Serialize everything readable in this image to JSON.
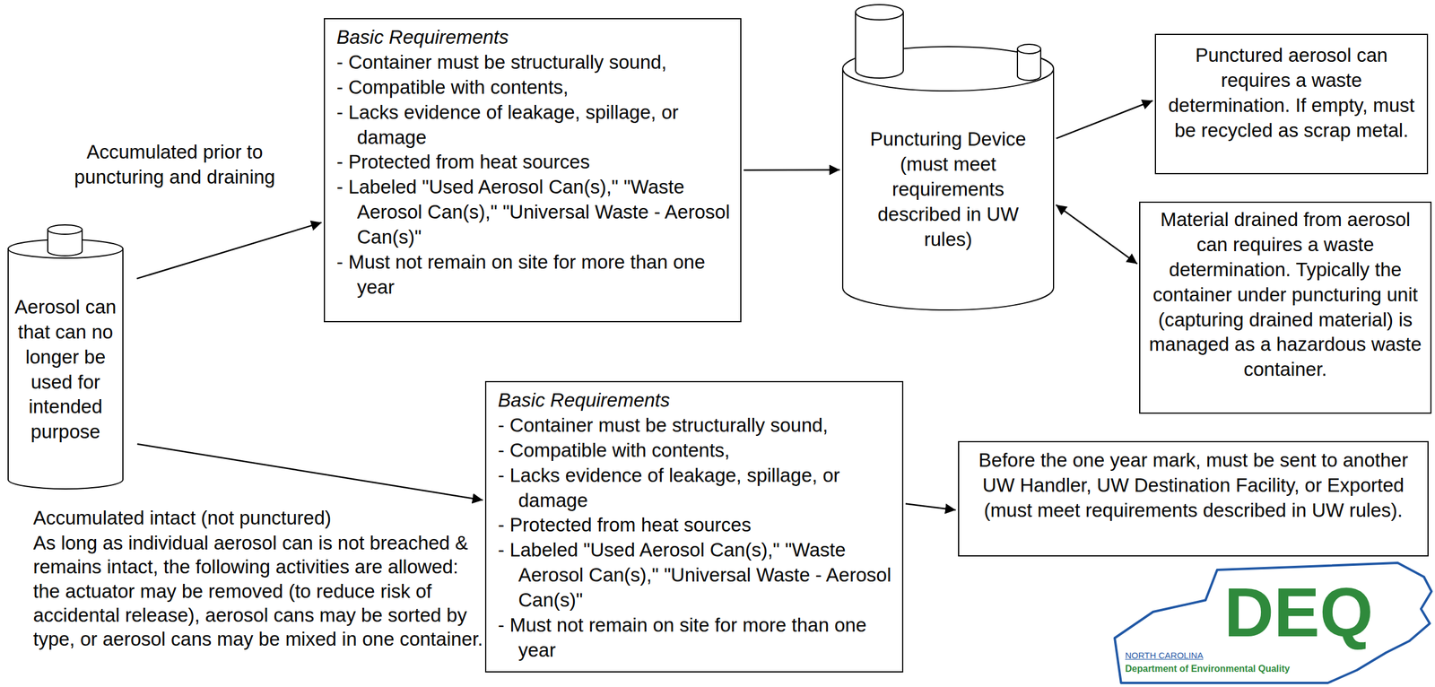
{
  "diagram": {
    "nodes": [
      {
        "text": [
          "Aerosol can that can no longer be used for intended purpose"
        ]
      },
      {
        "text": [
          "Basic Requirements",
          "- Container must be structurally sound,",
          "- Compatible with contents,",
          "- Lacks evidence of leakage, spillage, or damage",
          "- Protected from heat sources",
          "- Labeled \"Used Aerosol Can(s),\" \"Waste Aerosol Can(s),\" \"Universal Waste - Aerosol Can(s)\"",
          "- Must not remain on site for more than one year"
        ]
      },
      {
        "text": [
          "Puncturing Device (must meet requirements described in UW rules)"
        ]
      },
      {
        "text": [
          "Punctured aerosol can requires a waste determination. If empty, must be recycled as scrap metal."
        ]
      },
      {
        "text": [
          "Material drained from aerosol can requires a waste determination. Typically the container under puncturing unit (capturing drained material) is managed as a hazardous waste container."
        ]
      },
      {
        "text": [
          "Basic Requirements",
          "- Container must be structurally sound,",
          "- Compatible with contents,",
          "- Lacks evidence of leakage, spillage, or damage",
          "- Protected from heat sources",
          "- Labeled \"Used Aerosol Can(s),\" \"Waste Aerosol Can(s),\" \"Universal Waste - Aerosol Can(s)\"",
          "- Must not remain on site for more than one year"
        ]
      },
      {
        "text": [
          "Before the one year mark, must be sent to another UW Handler, UW Destination Facility, or Exported (must meet requirements described in UW rules)."
        ]
      }
    ],
    "edges": [
      {
        "from": 0,
        "to": 1,
        "arrow": "to",
        "label": "Accumulated prior to puncturing and draining"
      },
      {
        "from": 0,
        "to": 5,
        "arrow": "to"
      },
      {
        "from": 1,
        "to": 2,
        "arrow": "to"
      },
      {
        "from": 2,
        "to": 3,
        "arrow": "to"
      },
      {
        "from": 2,
        "to": 4,
        "arrow": "both"
      },
      {
        "from": 5,
        "to": 6,
        "arrow": "to"
      }
    ],
    "labels": [
      "Accumulated intact (not punctured)",
      "As long as individual aerosol can is not breached & remains intact, the following activities are allowed: the actuator may be removed (to reduce risk of accidental release), aerosol cans may be sorted by type, or aerosol cans may be mixed in one container.",
      "DEQ",
      "NORTH CAROLINA",
      "Department of Environmental Quality"
    ]
  }
}
